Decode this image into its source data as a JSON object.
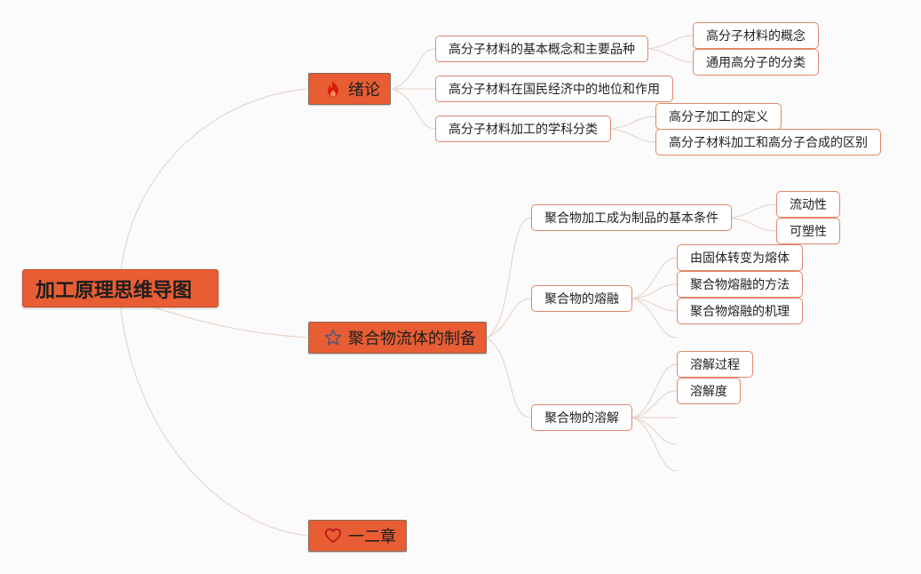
{
  "root": {
    "label": "加工原理思维导图"
  },
  "branches": [
    {
      "label": "绪论",
      "icon": "fire-icon"
    },
    {
      "label": "聚合物流体的制备",
      "icon": "star-icon"
    },
    {
      "label": "一二章",
      "icon": "heart-icon"
    }
  ],
  "topics": {
    "intro_1": "高分子材料的基本概念和主要品种",
    "intro_1_a": "高分子材料的概念",
    "intro_1_b": "通用高分子的分类",
    "intro_2": "高分子材料在国民经济中的地位和作用",
    "intro_3": "高分子材料加工的学科分类",
    "intro_3_a": "高分子加工的定义",
    "intro_3_b": "高分子材料加工和高分子合成的区别",
    "fluid_1": "聚合物加工成为制品的基本条件",
    "fluid_1_a": "流动性",
    "fluid_1_b": "可塑性",
    "fluid_2": "聚合物的熔融",
    "fluid_2_a": "由固体转变为熔体",
    "fluid_2_b": "聚合物熔融的方法",
    "fluid_2_c": "聚合物熔融的机理",
    "fluid_3": "聚合物的溶解",
    "fluid_3_a": "溶解过程",
    "fluid_3_b": "溶解度"
  },
  "colors": {
    "accent": "#e85d33",
    "leaf_border": "#e2876a",
    "link": "#e8d6cc"
  }
}
